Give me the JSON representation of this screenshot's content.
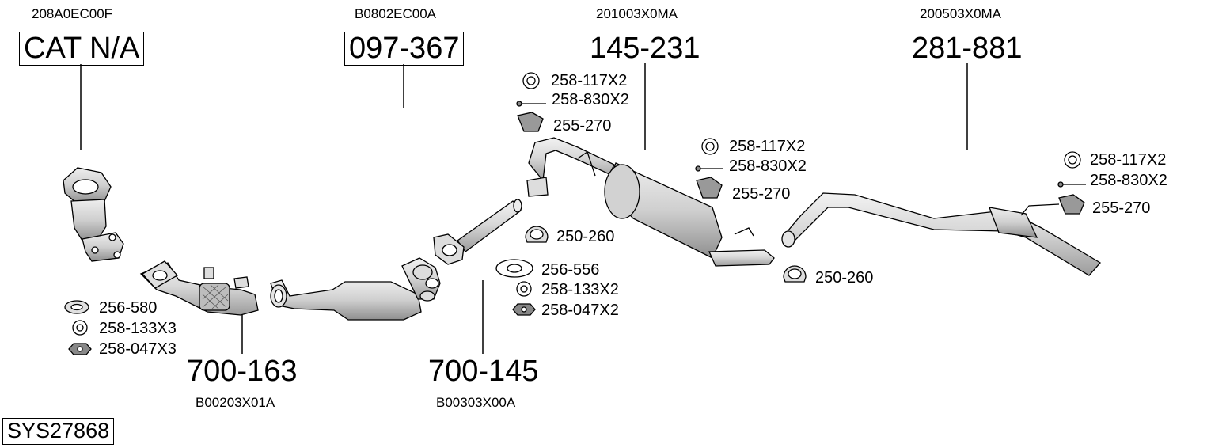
{
  "system_code": "SYS27868",
  "sections": [
    {
      "oem": "208A0EC00F",
      "part": "CAT N/A"
    },
    {
      "oem": "B0802EC00A",
      "part": "097-367"
    },
    {
      "oem": "201003X0MA",
      "part": "145-231"
    },
    {
      "oem": "200503X0MA",
      "part": "281-881"
    },
    {
      "oem": "B00203X01A",
      "part": "700-163"
    },
    {
      "oem": "B00303X00A",
      "part": "700-145"
    }
  ],
  "fittings": {
    "front_pipe": [
      "256-580",
      "258-133X3",
      "258-047X3"
    ],
    "mid_flange": [
      "256-556",
      "258-133X2",
      "258-047X2"
    ],
    "middle_mount": [
      "258-117X2",
      "258-830X2",
      "255-270"
    ],
    "middle_clamp": "250-260",
    "rear_mount_a": [
      "258-117X2",
      "258-830X2",
      "255-270"
    ],
    "rear_clamp": "250-260",
    "tail_mount": [
      "258-117X2",
      "258-830X2",
      "255-270"
    ]
  }
}
